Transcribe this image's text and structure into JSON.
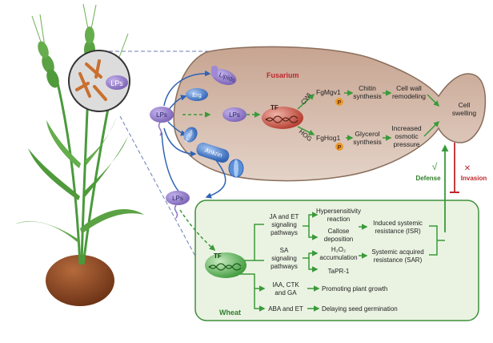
{
  "labels": {
    "fusarium": "Fusarium",
    "wheat": "Wheat",
    "lps_bubble": "LPs",
    "lps_main": "LPs",
    "lps_mid": "LPs",
    "lps_bottom": "LPs",
    "lipids": "Lipids",
    "erg": "Erg",
    "hgbp": "HGBP",
    "ankrin": "Ankrin",
    "tf_fungus": "TF",
    "tf_wheat": "TF",
    "cwi": "CWI",
    "hog": "HOG",
    "fgmgv1": "FgMgv1",
    "fghog1": "FgHog1",
    "p": "P",
    "chitin_1": "Chitin",
    "chitin_2": "synthesis",
    "glycerol_1": "Glycerol",
    "glycerol_2": "synthesis",
    "cellwall_1": "Cell wall",
    "cellwall_2": "remodeling",
    "osmotic_1": "Increased",
    "osmotic_2": "osmotic",
    "osmotic_3": "pressure",
    "swelling_1": "Cell",
    "swelling_2": "swelling",
    "defense": "Defense",
    "invasion": "Invasion",
    "check": "√",
    "cross": "✕",
    "ja_1": "JA and ET",
    "ja_2": "signaling",
    "ja_3": "pathways",
    "sa_1": "SA",
    "sa_2": "signaling",
    "sa_3": "pathways",
    "hyper_1": "Hypersensitivity",
    "hyper_2": "reaction",
    "callose_1": "Callose",
    "callose_2": "deposition",
    "h2o2_1": "H₂O₂",
    "h2o2_2": "accumulation",
    "tapr": "TaPR-1",
    "isr_1": "Induced systemic",
    "isr_2": "resistance (ISR)",
    "sar_1": "Systemic acquired",
    "sar_2": "resistance (SAR)",
    "iaa_1": "IAA, CTK",
    "iaa_2": "and GA",
    "growth": "Promoting plant  growth",
    "aba": "ABA and ET",
    "germ": "Delaying seed germination"
  },
  "colors": {
    "fungus_fill": "#c9a894",
    "fungus_stroke": "#8a6e5c",
    "wheat_fill": "#eaf3e2",
    "wheat_stroke": "#3f8f3a",
    "arrow_green": "#3a9a3a",
    "arrow_blue": "#2f63b5",
    "protein_purple": "#8c74c2",
    "red": "#c0272d",
    "plant_green": "#5aa243",
    "soil_brown": "#8c4a24"
  }
}
